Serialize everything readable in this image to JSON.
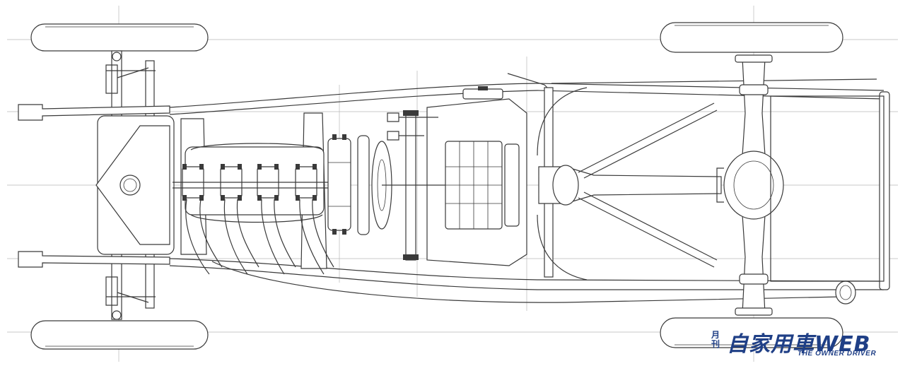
{
  "figure": {
    "kind": "chassis-plan-drawing",
    "line_color": "#3a3a3a",
    "background": "#ffffff"
  },
  "watermark": {
    "small": "月刊",
    "kanji": "自家用車WEB",
    "subtitle": "THE OWNER DRIVER",
    "color": "#1f3f86"
  }
}
